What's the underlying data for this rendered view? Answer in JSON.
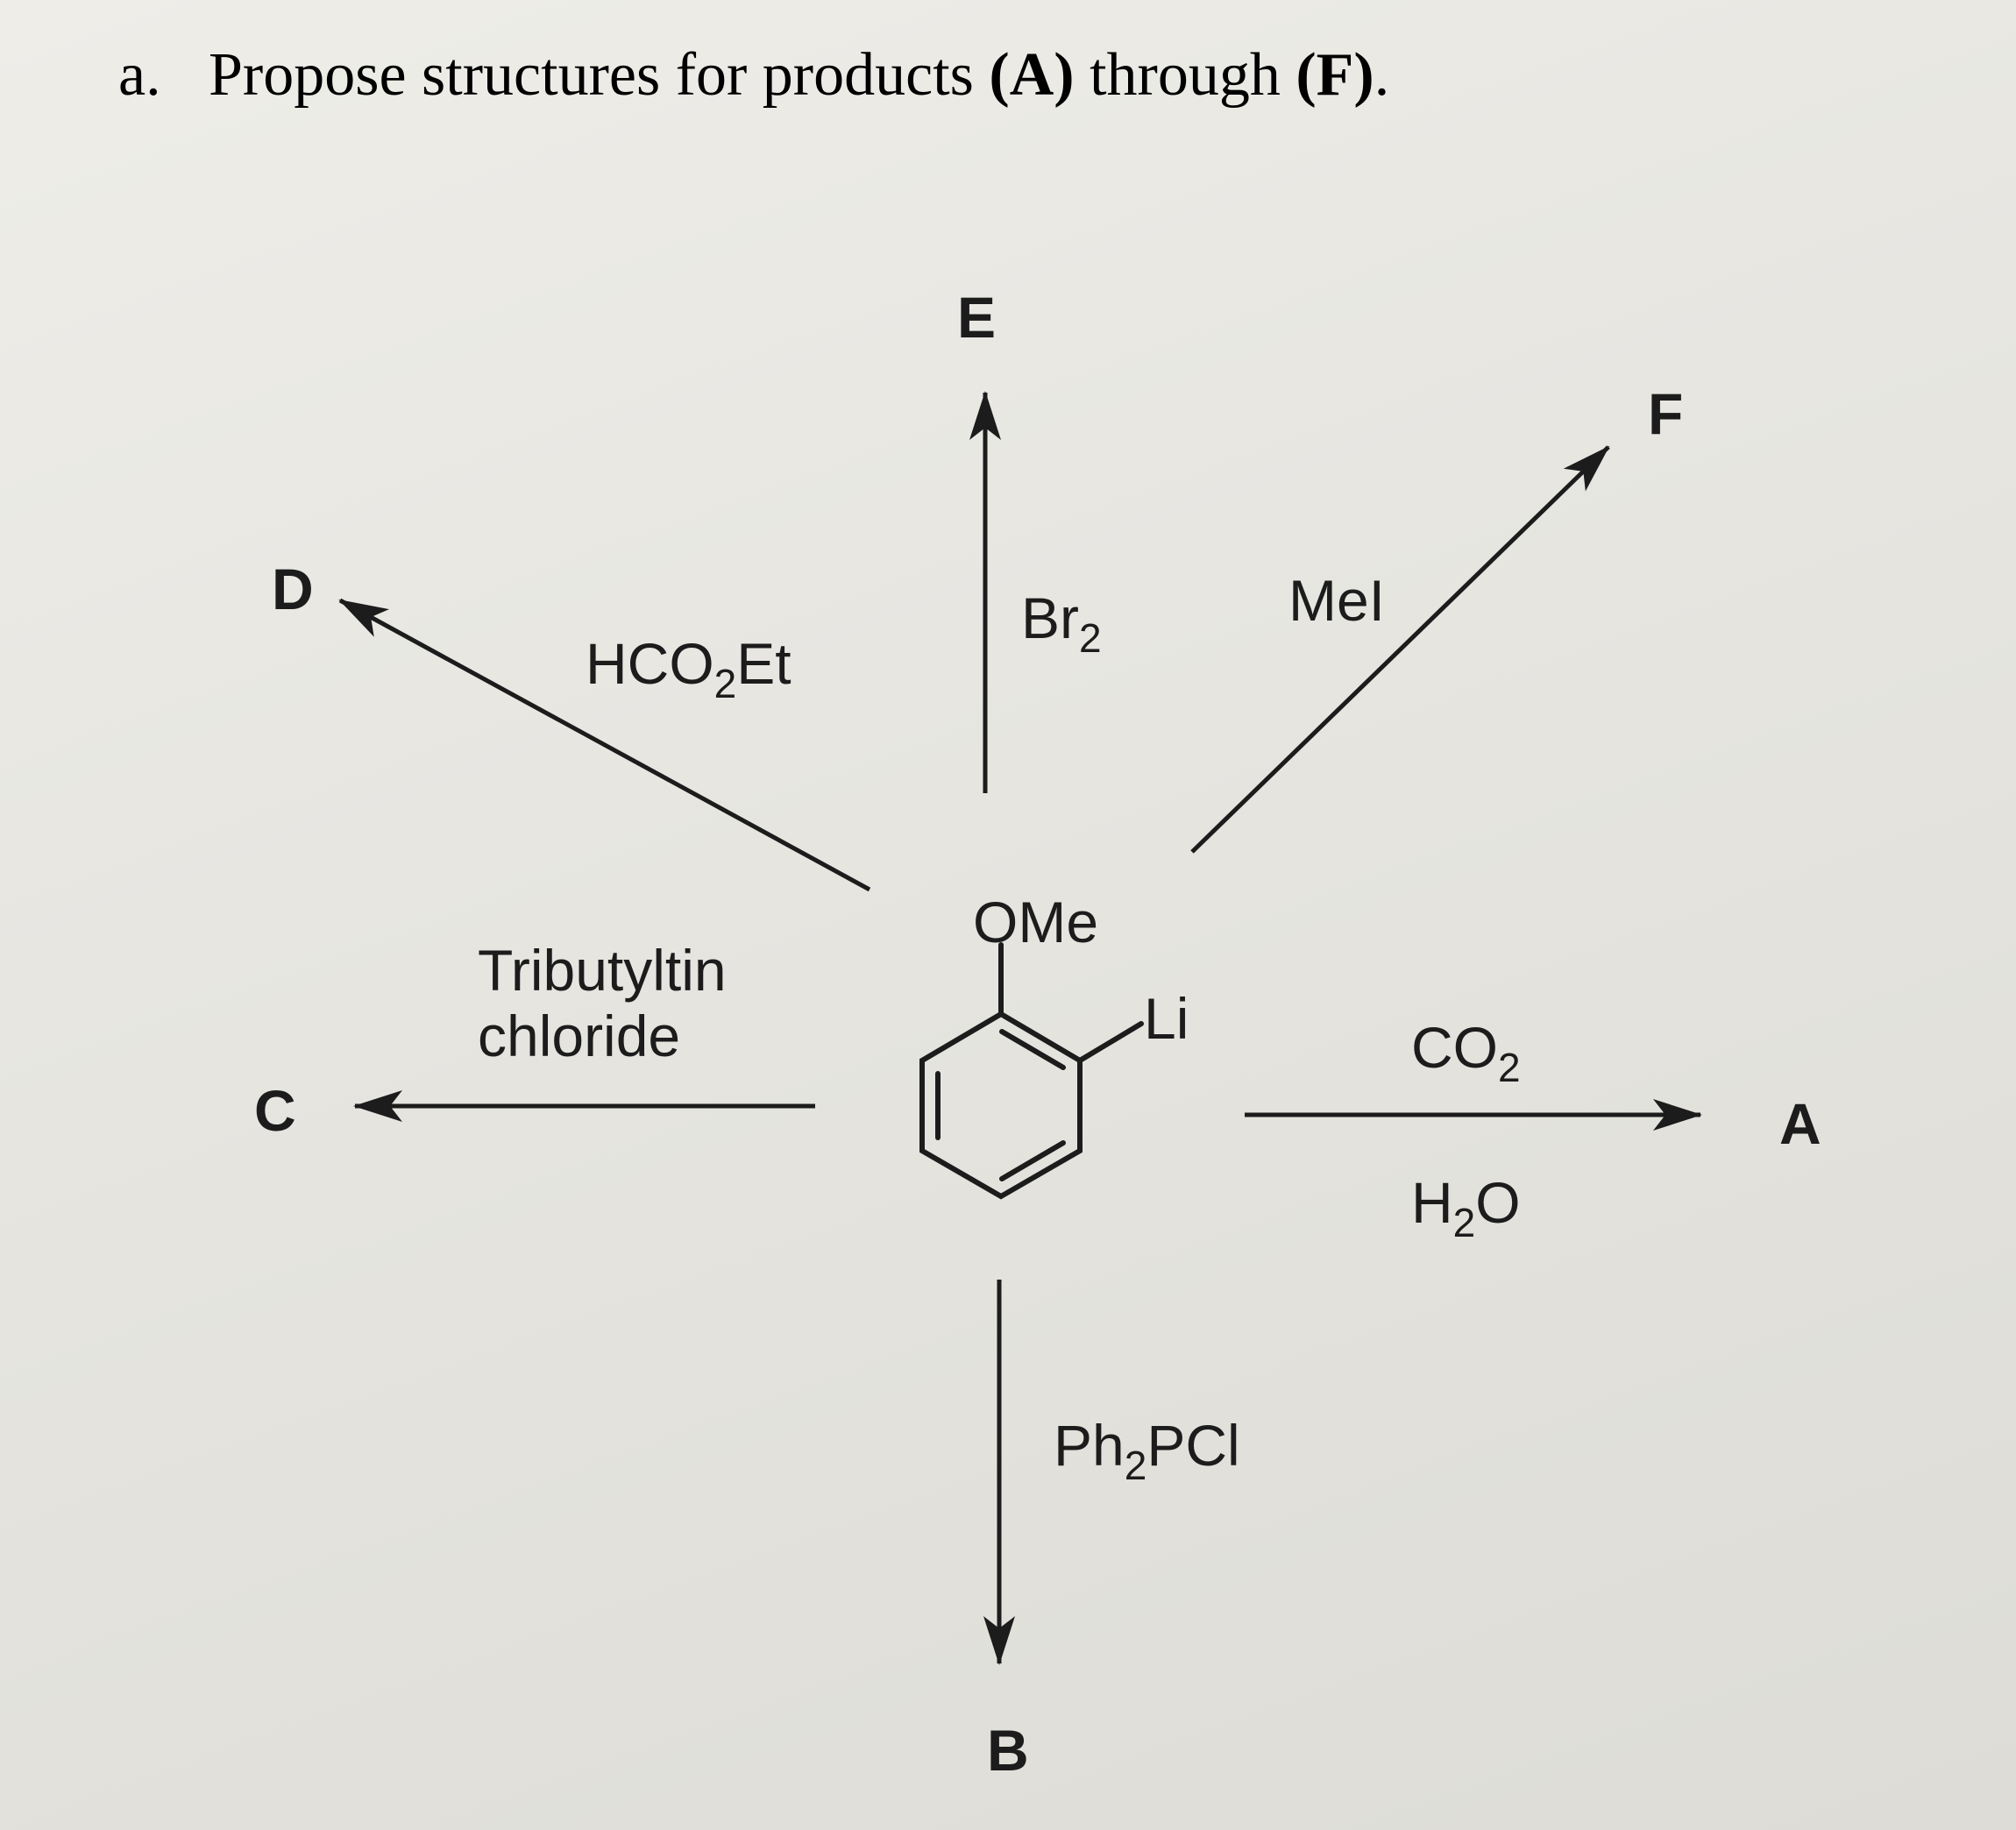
{
  "question": {
    "prefix": "a.",
    "text_before_a": "Propose structures for products ",
    "a": "(A)",
    "middle": " through ",
    "f": "(F)",
    "end": "."
  },
  "molecule": {
    "substituent_top": "OMe",
    "substituent_side": "Li"
  },
  "products": {
    "A": "A",
    "B": "B",
    "C": "C",
    "D": "D",
    "E": "E",
    "F": "F"
  },
  "reagents": {
    "A_top": {
      "base": "CO",
      "sub": "2"
    },
    "A_bottom": {
      "base": "H",
      "sub": "2",
      "tail": "O"
    },
    "B": {
      "base": "Ph",
      "sub": "2",
      "tail": "PCl"
    },
    "C_line1": "Tributyltin",
    "C_line2": "chloride",
    "D": {
      "base": "HCO",
      "sub": "2",
      "tail": "Et"
    },
    "E": {
      "base": "Br",
      "sub": "2"
    },
    "F": "MeI"
  }
}
